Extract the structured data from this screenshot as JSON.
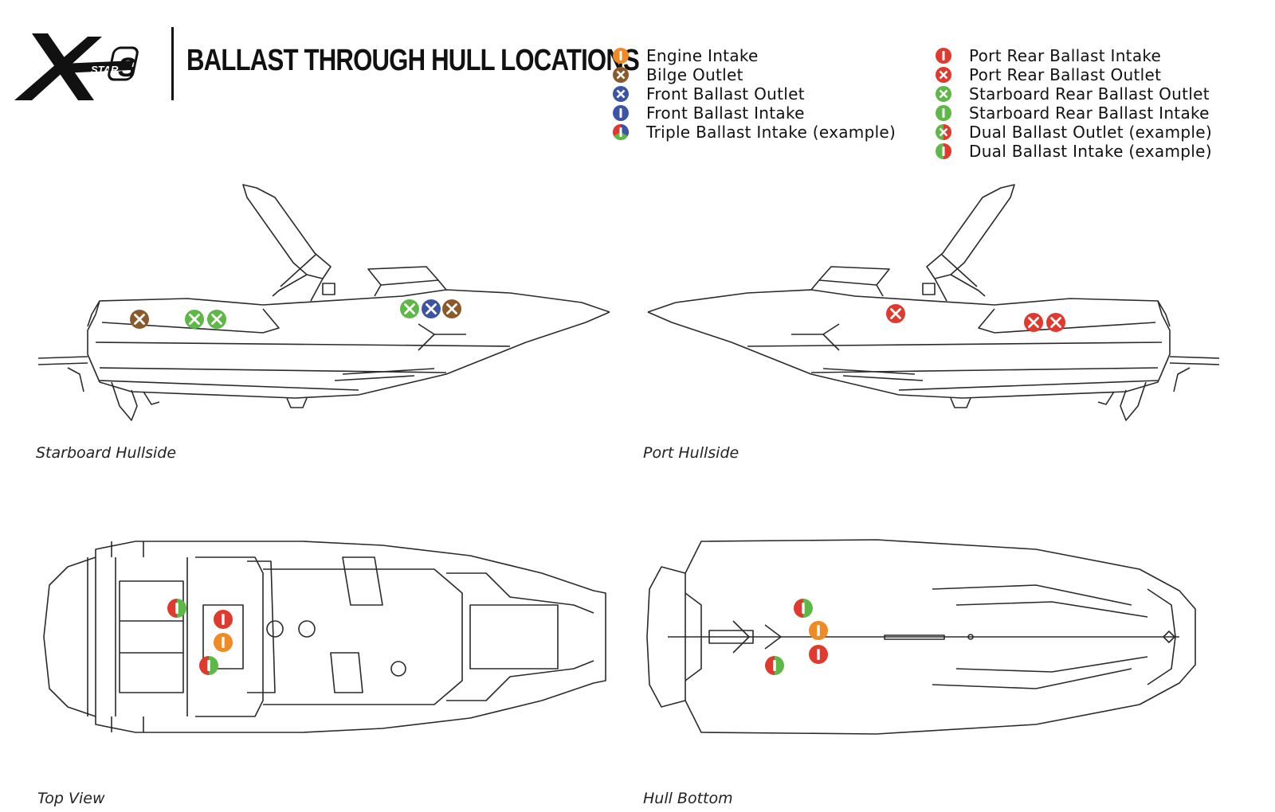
{
  "header": {
    "logo_text": "XSTAR S",
    "title": "BALLAST THROUGH HULL LOCATIONS"
  },
  "colors": {
    "orange": "#F08A24",
    "brown": "#8B5A2B",
    "blue": "#3B54A5",
    "red": "#E03A2F",
    "green": "#5DB848"
  },
  "legend": {
    "col1": [
      {
        "icon": "engine-intake-icon",
        "label": "Engine Intake"
      },
      {
        "icon": "bilge-outlet-icon",
        "label": "Bilge Outlet"
      },
      {
        "icon": "front-ballast-outlet-icon",
        "label": "Front Ballast Outlet"
      },
      {
        "icon": "front-ballast-intake-icon",
        "label": "Front Ballast Intake"
      },
      {
        "icon": "triple-ballast-intake-icon",
        "label": "Triple Ballast Intake (example)"
      }
    ],
    "col2": [
      {
        "icon": "port-rear-ballast-intake-icon",
        "label": "Port Rear Ballast Intake"
      },
      {
        "icon": "port-rear-ballast-outlet-icon",
        "label": "Port Rear Ballast Outlet"
      },
      {
        "icon": "starboard-rear-ballast-outlet-icon",
        "label": "Starboard Rear Ballast Outlet"
      },
      {
        "icon": "starboard-rear-ballast-intake-icon",
        "label": "Starboard Rear Ballast Intake"
      },
      {
        "icon": "dual-ballast-outlet-icon",
        "label": "Dual Ballast Outlet (example)"
      },
      {
        "icon": "dual-ballast-intake-icon",
        "label": "Dual Ballast Intake (example)"
      }
    ]
  },
  "views": {
    "starboard": "Starboard Hullside",
    "port": "Port Hullside",
    "top": "Top View",
    "bottom": "Hull Bottom"
  }
}
